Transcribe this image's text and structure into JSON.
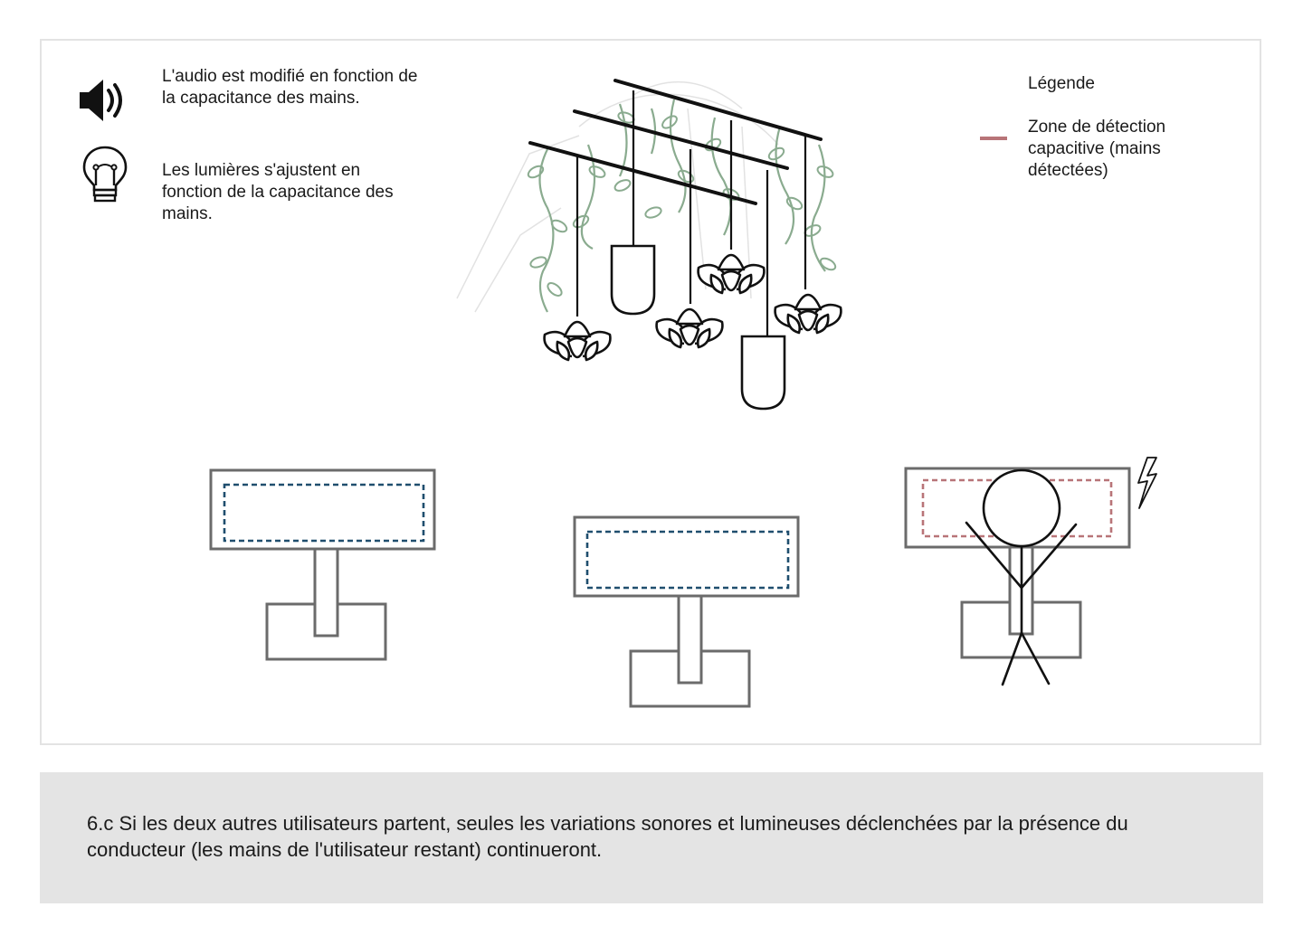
{
  "notes": {
    "audio": "L'audio est modifié en fonction de la capacitance des mains.",
    "lights": "Les lumières s'ajustent en fonction de la capacitance des mains."
  },
  "legend": {
    "title": "Légende",
    "item_label": "Zone de détection capacitive (mains détectées)",
    "item_color": "#b87478"
  },
  "colors": {
    "idle_zone": "#1f4e6e",
    "active_zone": "#b87478",
    "vine": "#8aab8f",
    "station_stroke": "#6b6b6b",
    "caption_bg": "#e4e4e4"
  },
  "icons": [
    "speaker-icon",
    "light-bulb-icon",
    "lightning-icon"
  ],
  "caption": "6.c Si les deux autres utilisateurs partent, seules les variations sonores et lumineuses déclenchées par la présence du conducteur (les mains de l'utilisateur restant) continueront."
}
